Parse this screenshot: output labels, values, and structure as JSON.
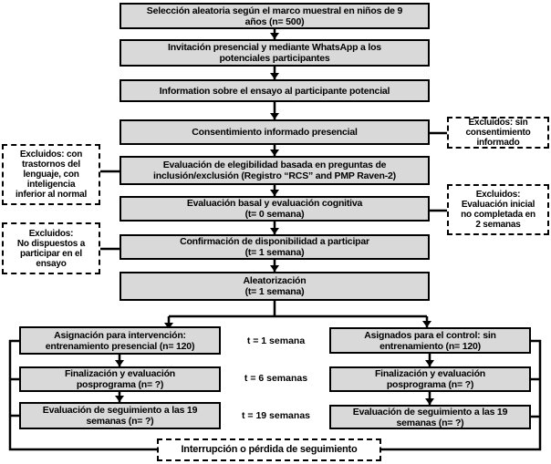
{
  "colors": {
    "box_fill": "#d9d9d9",
    "line": "#000000",
    "background": "#ffffff"
  },
  "flow": {
    "main": [
      {
        "label": "Selección aleatoria según el marco muestral en niños de 9\naños (n= 500)"
      },
      {
        "label": "Invitación presencial y mediante WhatsApp a los\npotenciales participantes"
      },
      {
        "label": "Information sobre el ensayo al participante potencial"
      },
      {
        "label": "Consentimiento informado presencial"
      },
      {
        "label": "Evaluación de elegibilidad basada en preguntas de\ninclusión/exclusión (Registro “RCS” and PMP Raven-2)"
      },
      {
        "label": "Evaluación basal y evaluación cognitiva\n(t= 0 semana)"
      },
      {
        "label": "Confirmación de disponibilidad a participar\n(t= 1 semana)"
      },
      {
        "label": "Aleatorización\n(t= 1 semana)"
      }
    ],
    "left_branch": [
      {
        "label": "Asignación para intervención:\nentrenamiento presencial (n= 120)"
      },
      {
        "label": "Finalización y evaluación\nposprograma (n= ?)"
      },
      {
        "label": "Evaluación de seguimiento a las 19\nsemanas (n= ?)"
      }
    ],
    "right_branch": [
      {
        "label": "Asignados para el control: sin\nentrenamiento (n= 120)"
      },
      {
        "label": "Finalización y evaluación\nposprograma (n= ?)"
      },
      {
        "label": "Evaluación de seguimiento a las 19\nsemanas (n= ?)"
      }
    ],
    "time_labels": [
      {
        "label": "t = 1 semana"
      },
      {
        "label": "t = 6 semanas"
      },
      {
        "label": "t = 19 semanas"
      }
    ],
    "exclusions_left": [
      {
        "label": "Excluidos:  con\ntrastornos del\nlenguaje, con\ninteligencia\ninferior al normal"
      },
      {
        "label": "Excluidos:\nNo dispuestos  a\nparticipar en el\nensayo"
      }
    ],
    "exclusions_right": [
      {
        "label": "Excluidos:  sin\nconsentimiento\ninformado"
      },
      {
        "label": "Excluidos:\nEvaluación  inicial\nno completada  en\n2 semanas"
      }
    ],
    "dropout": {
      "label": "Interrupción o pérdida de seguimiento"
    }
  }
}
